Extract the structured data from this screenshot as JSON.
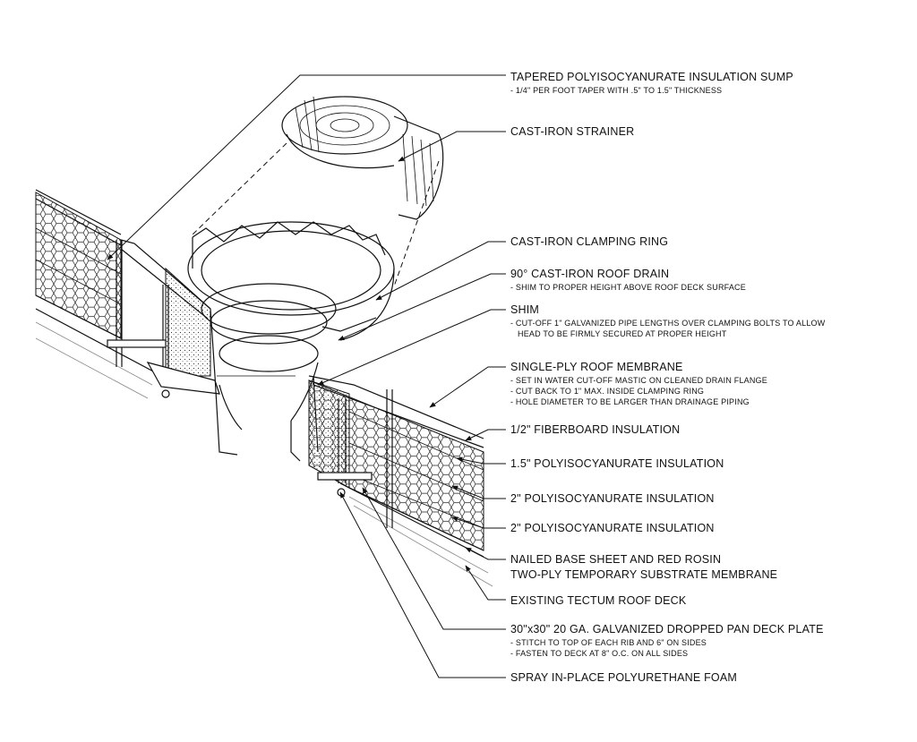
{
  "callouts": [
    {
      "id": "sump",
      "title": "TAPERED POLYISOCYANURATE INSULATION SUMP",
      "notes": [
        "- 1/4\" PER FOOT TAPER WITH .5\" TO 1.5\" THICKNESS"
      ]
    },
    {
      "id": "strainer",
      "title": "CAST-IRON STRAINER",
      "notes": []
    },
    {
      "id": "clamping-ring",
      "title": "CAST-IRON CLAMPING RING",
      "notes": []
    },
    {
      "id": "roof-drain",
      "title": "90° CAST-IRON ROOF DRAIN",
      "notes": [
        "- SHIM TO PROPER HEIGHT ABOVE ROOF DECK SURFACE"
      ]
    },
    {
      "id": "shim",
      "title": "SHIM",
      "notes": [
        "- CUT-OFF 1\" GALVANIZED PIPE LENGTHS OVER CLAMPING BOLTS TO ALLOW",
        "HEAD TO BE FIRMLY SECURED AT PROPER HEIGHT"
      ]
    },
    {
      "id": "membrane",
      "title": "SINGLE-PLY ROOF MEMBRANE",
      "notes": [
        "- SET IN WATER CUT-OFF MASTIC ON CLEANED DRAIN FLANGE",
        "- CUT BACK TO 1\" MAX. INSIDE CLAMPING RING",
        "- HOLE DIAMETER TO BE LARGER THAN DRAINAGE PIPING"
      ]
    },
    {
      "id": "fiberboard",
      "title": "1/2\" FIBERBOARD INSULATION",
      "notes": []
    },
    {
      "id": "polyiso-15",
      "title": "1.5\" POLYISOCYANURATE INSULATION",
      "notes": []
    },
    {
      "id": "polyiso-2a",
      "title": "2\" POLYISOCYANURATE INSULATION",
      "notes": []
    },
    {
      "id": "polyiso-2b",
      "title": "2\" POLYISOCYANURATE INSULATION",
      "notes": []
    },
    {
      "id": "base-sheet",
      "title": "NAILED BASE SHEET AND RED ROSIN",
      "notes": [
        "TWO-PLY TEMPORARY SUBSTRATE MEMBRANE"
      ]
    },
    {
      "id": "tectum",
      "title": "EXISTING TECTUM ROOF DECK",
      "notes": []
    },
    {
      "id": "deck-plate",
      "title": "30\"x30\" 20 GA. GALVANIZED DROPPED PAN DECK PLATE",
      "notes": [
        "- STITCH TO TOP OF EACH RIB AND 6\" ON SIDES",
        "- FASTEN TO DECK AT 8\" O.C. ON ALL SIDES"
      ]
    },
    {
      "id": "spray-foam",
      "title": "SPRAY IN-PLACE POLYURETHANE FOAM",
      "notes": []
    }
  ],
  "icons": [
    "roof-drain-assembly-drawing",
    "arrowhead"
  ]
}
